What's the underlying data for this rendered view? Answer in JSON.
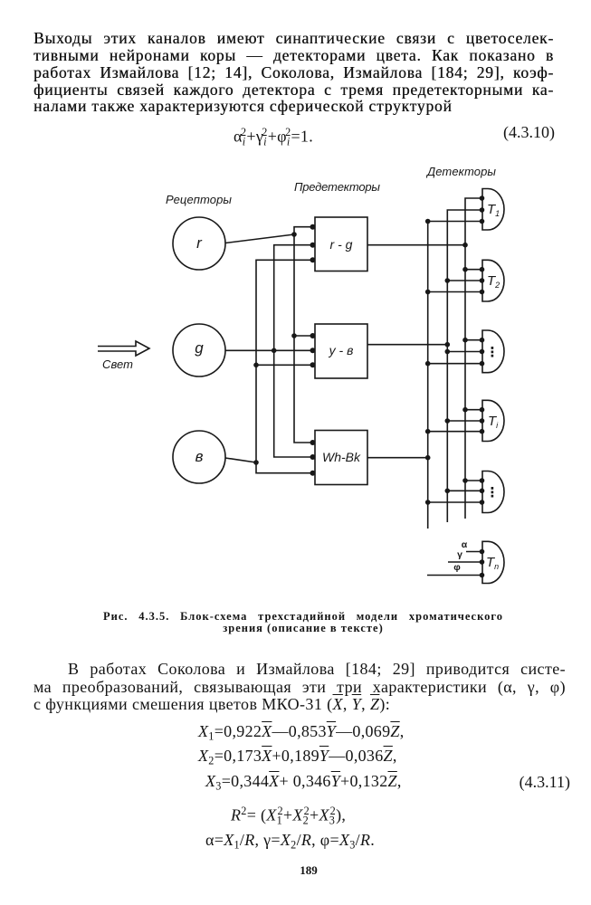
{
  "paragraph1": {
    "lines": [
      "Выходы этих каналов имеют синаптические связи с цветоселек-",
      "тивными нейронами коры — детекторами цвета. Как показано в",
      "работах Измайлова [12; 14], Соколова, Измайлова [184; 29], коэф-",
      "фициенты связей каждого детектора с тремя предетекторными ка-",
      "налами также характеризуются сферической структурой"
    ]
  },
  "formula_4_3_10": {
    "tokens": [
      {
        "g": "α"
      },
      {
        "isub": "i"
      },
      {
        "sup": "2"
      },
      {
        "t": "+"
      },
      {
        "g": "γ"
      },
      {
        "isub": "i"
      },
      {
        "sup": "2"
      },
      {
        "t": "+"
      },
      {
        "g": "φ"
      },
      {
        "isub": "i"
      },
      {
        "sup": "2"
      },
      {
        "t": "=1."
      }
    ],
    "number": "(4.3.10)"
  },
  "figure": {
    "group_labels": {
      "receptors": "Рецепторы",
      "predetectors": "Предетекторы",
      "detectors": "Детекторы"
    },
    "light_label": "Свет",
    "receptors": [
      "r",
      "g",
      "в"
    ],
    "predetectors": [
      "r - g",
      "y - в",
      "Wh-Bk"
    ],
    "detectors": [
      {
        "name": "T",
        "sub": "1"
      },
      {
        "name": "T",
        "sub": "2"
      },
      {
        "name": "⋮"
      },
      {
        "name": "T",
        "sub": "i"
      },
      {
        "name": "⋮"
      },
      {
        "name": "T",
        "sub": "n"
      }
    ],
    "detector_n_inputs": [
      "α",
      "γ",
      "φ"
    ],
    "caption": {
      "line1": "Рис. 4.3.5. Блок-схема трехстадийной модели хроматического",
      "line2": "зрения (описание в тексте)"
    }
  },
  "paragraph2": {
    "line1": "В работах Соколова и Измайлова [184; 29] приводится систе-",
    "line2": "ма преобразований, связывающая эти три характеристики (α, γ, φ)",
    "line3_tokens": [
      {
        "t": "с функциями смешения цветов МКО-31 ("
      },
      {
        "ib": "X"
      },
      {
        "t": ", "
      },
      {
        "ib": "Y"
      },
      {
        "t": ", "
      },
      {
        "ib": "Z"
      },
      {
        "t": "):"
      }
    ]
  },
  "equations_4_3_11": {
    "number": "(4.3.11)",
    "x1": [
      {
        "i": "X"
      },
      {
        "sub": "1"
      },
      {
        "t": "=0,922"
      },
      {
        "ib": "X"
      },
      {
        "t": "—0,853"
      },
      {
        "ib": "Y"
      },
      {
        "t": "—0,069"
      },
      {
        "ib": "Z"
      },
      {
        "t": ","
      }
    ],
    "x2": [
      {
        "i": "X"
      },
      {
        "sub": "2"
      },
      {
        "t": "=0,173"
      },
      {
        "ib": "X"
      },
      {
        "t": "+0,189"
      },
      {
        "ib": "Y"
      },
      {
        "t": "—0,036"
      },
      {
        "ib": "Z"
      },
      {
        "t": ","
      }
    ],
    "x3": [
      {
        "i": "X"
      },
      {
        "sub": "3"
      },
      {
        "t": "=0,344"
      },
      {
        "ib": "X"
      },
      {
        "t": "+ 0,346"
      },
      {
        "ib": "Y"
      },
      {
        "t": "+0,132"
      },
      {
        "ib": "Z"
      },
      {
        "t": ","
      }
    ],
    "r2": [
      {
        "i": "R"
      },
      {
        "sup": "2"
      },
      {
        "t": "= ("
      },
      {
        "i": "X"
      },
      {
        "sub": "1"
      },
      {
        "sup": "2"
      },
      {
        "t": "+"
      },
      {
        "i": "X"
      },
      {
        "sub": "2"
      },
      {
        "sup": "2"
      },
      {
        "t": "+"
      },
      {
        "i": "X"
      },
      {
        "sub": "3"
      },
      {
        "sup": "2"
      },
      {
        "t": "),"
      }
    ],
    "angles": [
      {
        "g": "α"
      },
      {
        "t": "="
      },
      {
        "i": "X"
      },
      {
        "sub": "1"
      },
      {
        "t": "/"
      },
      {
        "i": "R"
      },
      {
        "t": ", "
      },
      {
        "g": "γ"
      },
      {
        "t": "="
      },
      {
        "i": "X"
      },
      {
        "sub": "2"
      },
      {
        "t": "/"
      },
      {
        "i": "R"
      },
      {
        "t": ", "
      },
      {
        "g": "φ"
      },
      {
        "t": "="
      },
      {
        "i": "X"
      },
      {
        "sub": "3"
      },
      {
        "t": "/"
      },
      {
        "i": "R"
      },
      {
        "t": "."
      }
    ]
  },
  "page": {
    "number": "189"
  }
}
